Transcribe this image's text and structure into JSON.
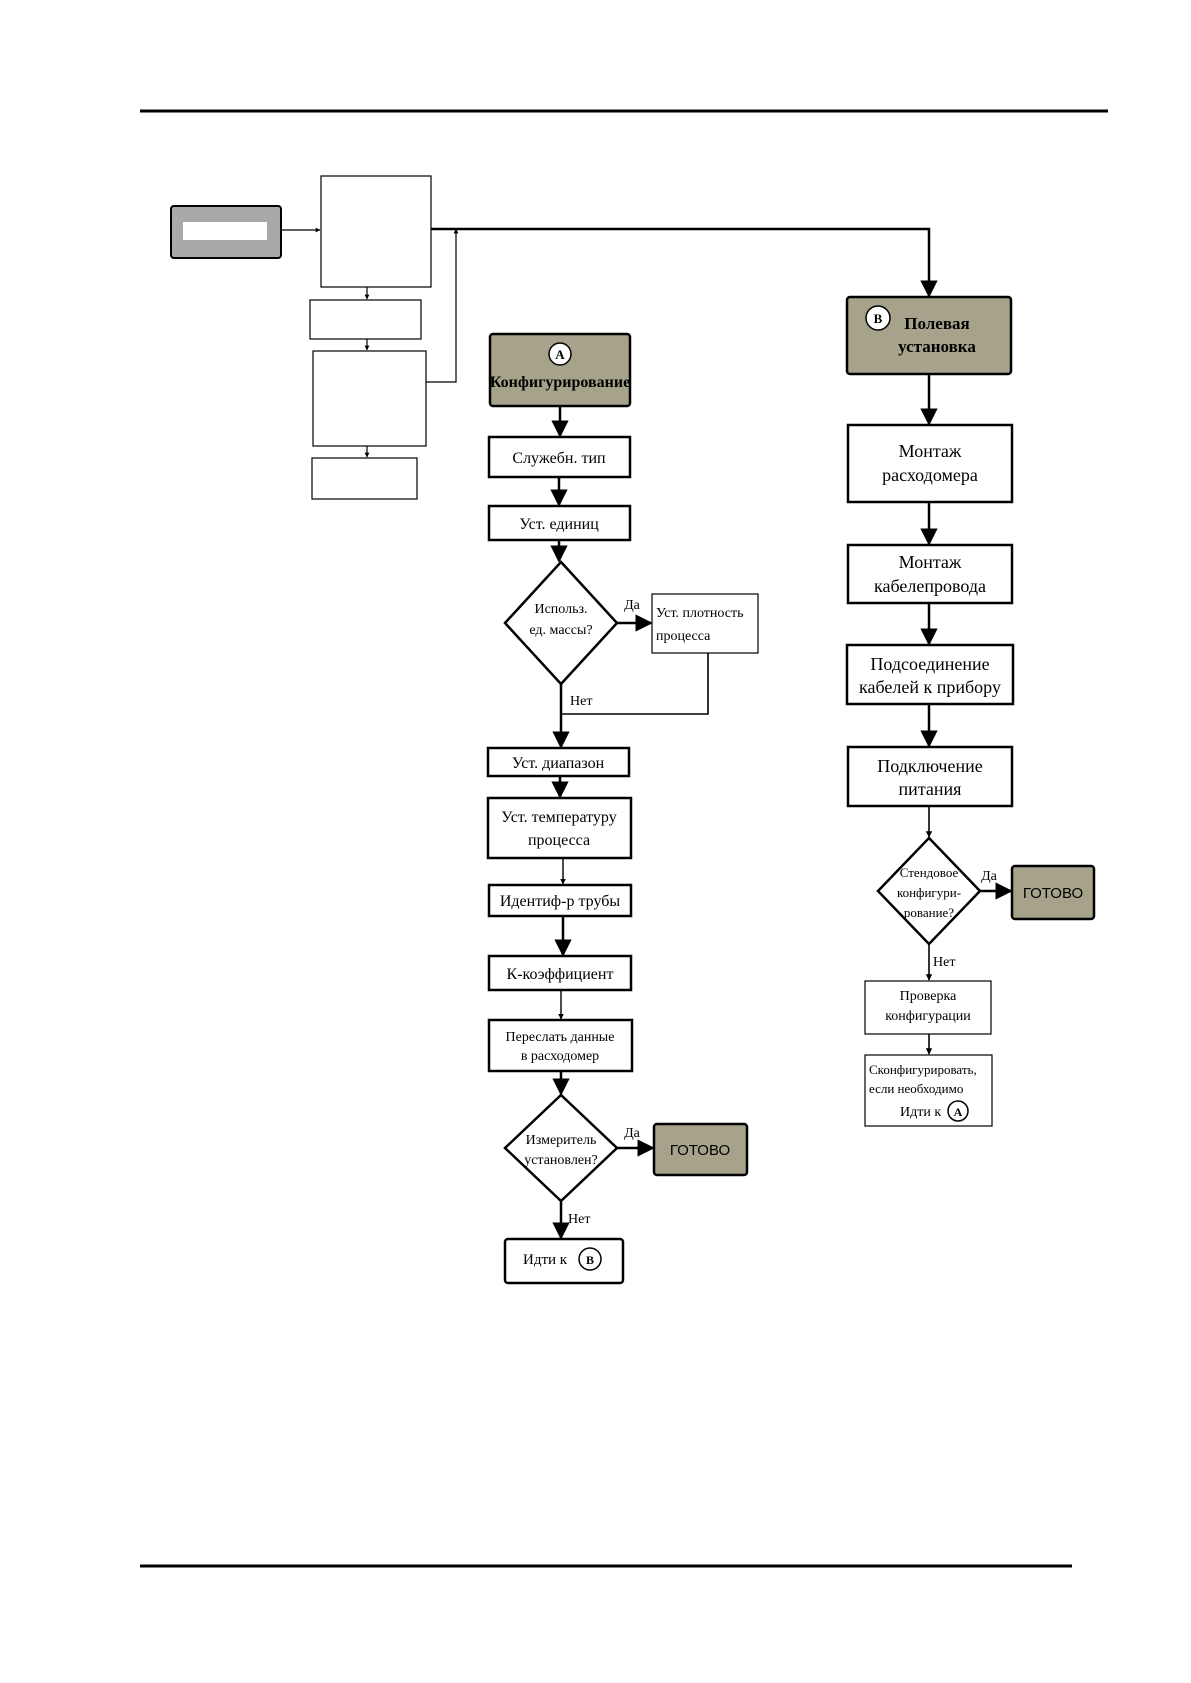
{
  "colors": {
    "start_fill": "#a6a38a",
    "start_gray": "#a9a9a9",
    "stroke": "#000000"
  },
  "diagram": {
    "config": {
      "marker": "A",
      "title": "Конфигурирование",
      "service_type": "Служебн. тип",
      "set_units": "Уст. единиц",
      "mass_units_q": [
        "Использ.",
        "ед. массы?"
      ],
      "set_density": [
        "Уст. плотность",
        "процесса"
      ],
      "set_range": "Уст. диапазон",
      "set_temp": [
        "Уст. температуру",
        "процесса"
      ],
      "pipe_id": "Идентиф-р трубы",
      "k_factor": "К-коэффициент",
      "send_data": [
        "Переслать данные",
        "в расходомер"
      ],
      "meter_installed_q": [
        "Измеритель",
        "установлен?"
      ],
      "done": "ГОТОВО",
      "goto_b_text": "Идти к",
      "goto_b_marker": "B"
    },
    "field": {
      "marker": "B",
      "title": [
        "Полевая",
        "установка"
      ],
      "mount_meter": [
        "Монтаж",
        "расходомера"
      ],
      "mount_conduit": [
        "Монтаж",
        "кабелепровода"
      ],
      "connect_cables": [
        "Подсоединение",
        "кабелей к прибору"
      ],
      "connect_power": [
        "Подключение",
        "питания"
      ],
      "bench_config_q": [
        "Стендовое",
        "конфигури-",
        "рование?"
      ],
      "done": "ГОТОВО",
      "check_config": [
        "Проверка",
        "конфигурации"
      ],
      "reconfigure": [
        "Сконфигурировать,",
        "если необходимо"
      ],
      "goto_a_text": "Идти к",
      "goto_a_marker": "A"
    },
    "labels": {
      "yes": "Да",
      "no": "Нет"
    }
  }
}
